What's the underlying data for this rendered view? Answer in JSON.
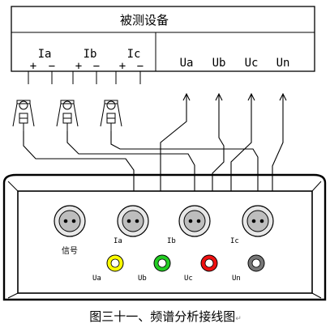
{
  "device_under_test": {
    "title": "被测设备",
    "current_terminals": [
      {
        "name": "Ia",
        "plus": "+",
        "minus": "−"
      },
      {
        "name": "Ib",
        "plus": "+",
        "minus": "−"
      },
      {
        "name": "Ic",
        "plus": "+",
        "minus": "−"
      }
    ],
    "voltage_terminals": [
      "Ua",
      "Ub",
      "Uc",
      "Un"
    ]
  },
  "analyzer": {
    "signal_label": "信号",
    "clamp_ports": [
      "Ia",
      "Ib",
      "Ic"
    ],
    "voltage_jacks": [
      {
        "label": "Ua",
        "color": "#ffff00"
      },
      {
        "label": "Ub",
        "color": "#22cc22"
      },
      {
        "label": "Uc",
        "color": "#ee1111"
      },
      {
        "label": "Un",
        "color": "#777777"
      }
    ]
  },
  "caption": "图三十一、频谱分析接线图",
  "caption_mark": "↵"
}
